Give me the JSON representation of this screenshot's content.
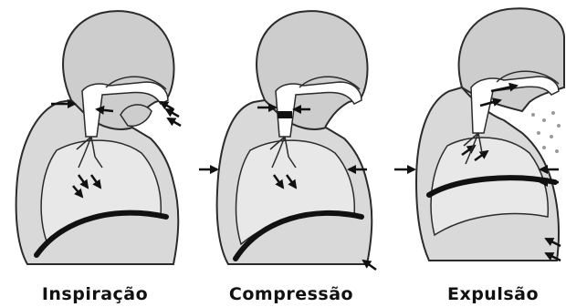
{
  "panels": [
    {
      "caption": "Inspiração"
    },
    {
      "caption": "Compressão"
    },
    {
      "caption": "Expulsão"
    }
  ],
  "colors": {
    "outline": "#2b2b2b",
    "head_fill": "#cdcdcd",
    "chest_fill": "#d9d9d9",
    "diaphragm": "#111111",
    "arrow": "#111111"
  }
}
